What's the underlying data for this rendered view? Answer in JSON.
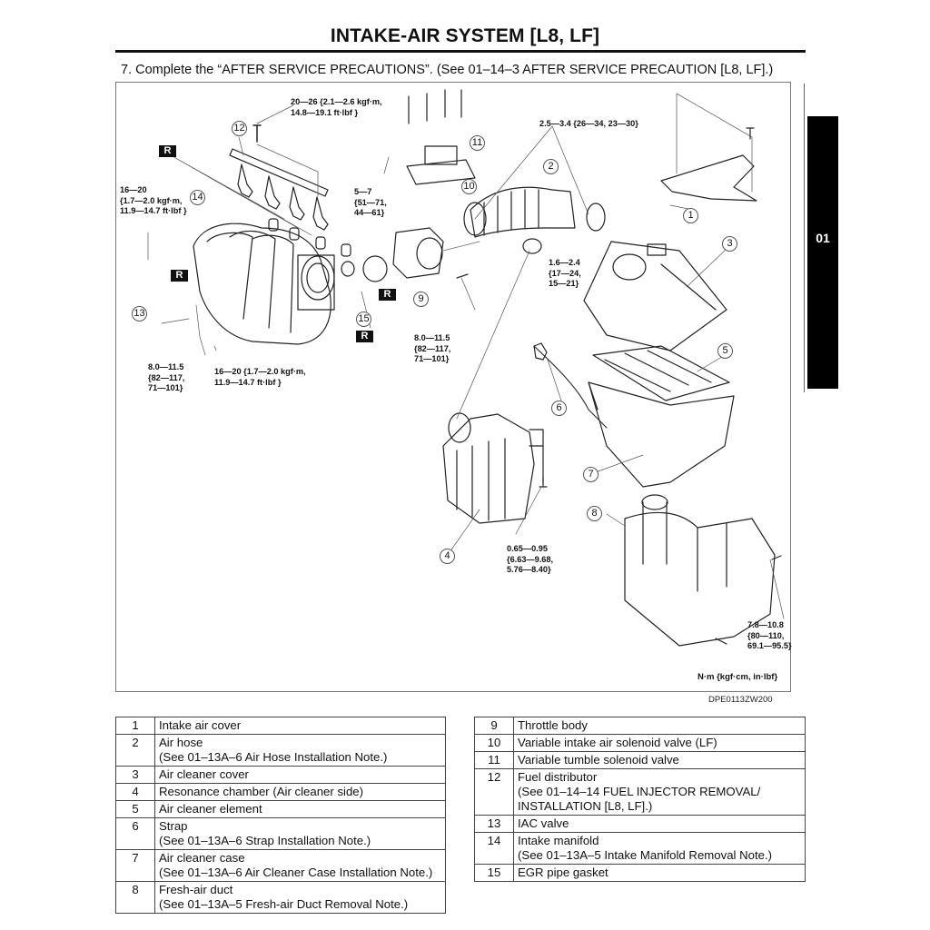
{
  "header": {
    "title": "INTAKE-AIR SYSTEM [L8, LF]",
    "step": "7. Complete the “AFTER SERVICE PRECAUTIONS”. (See 01–14–3 AFTER SERVICE PRECAUTION [L8, LF].)"
  },
  "side_tab": {
    "label": "01"
  },
  "diagram": {
    "reference_code": "DPE0113ZW200",
    "units_label": "N·m {kgf·cm, in·lbf}",
    "replace_marker": "R",
    "torque_labels": [
      "20—26 {2.1—2.6 kgf·m,\n14.8—19.1 ft·lbf }",
      "16—20\n{1.7—2.0 kgf·m,\n11.9—14.7 ft·lbf }",
      "5—7\n{51—71,\n44—61}",
      "2.5—3.4 {26—34, 23—30}",
      "1.6—2.4\n{17—24,\n15—21}",
      "8.0—11.5\n{82—117,\n71—101}",
      "8.0—11.5\n{82—117,\n71—101}",
      "16—20 {1.7—2.0 kgf·m,\n11.9—14.7 ft·lbf }",
      "0.65—0.95\n{6.63—9.68,\n5.76—8.40}",
      "7.8—10.8\n{80—110,\n69.1—95.5}"
    ],
    "callouts": [
      "1",
      "2",
      "3",
      "4",
      "5",
      "6",
      "7",
      "8",
      "9",
      "10",
      "11",
      "12",
      "13",
      "14",
      "15"
    ]
  },
  "parts_left": [
    {
      "num": "1",
      "name": "Intake air cover",
      "note": ""
    },
    {
      "num": "2",
      "name": "Air hose",
      "note": "(See 01–13A–6 Air Hose Installation Note.)"
    },
    {
      "num": "3",
      "name": "Air cleaner cover",
      "note": ""
    },
    {
      "num": "4",
      "name": "Resonance chamber (Air cleaner side)",
      "note": ""
    },
    {
      "num": "5",
      "name": "Air cleaner element",
      "note": ""
    },
    {
      "num": "6",
      "name": "Strap",
      "note": "(See 01–13A–6 Strap Installation Note.)"
    },
    {
      "num": "7",
      "name": "Air cleaner case",
      "note": "(See 01–13A–6 Air Cleaner Case Installation Note.)"
    },
    {
      "num": "8",
      "name": "Fresh-air duct",
      "note": "(See 01–13A–5 Fresh-air Duct Removal Note.)"
    }
  ],
  "parts_right": [
    {
      "num": "9",
      "name": "Throttle body",
      "note": ""
    },
    {
      "num": "10",
      "name": "Variable intake air solenoid valve (LF)",
      "note": ""
    },
    {
      "num": "11",
      "name": "Variable tumble solenoid valve",
      "note": ""
    },
    {
      "num": "12",
      "name": "Fuel distributor",
      "note": "(See 01–14–14 FUEL INJECTOR REMOVAL/ INSTALLATION [L8, LF].)"
    },
    {
      "num": "13",
      "name": "IAC valve",
      "note": ""
    },
    {
      "num": "14",
      "name": "Intake manifold",
      "note": "(See 01–13A–5 Intake Manifold Removal Note.)"
    },
    {
      "num": "15",
      "name": "EGR pipe gasket",
      "note": ""
    }
  ]
}
